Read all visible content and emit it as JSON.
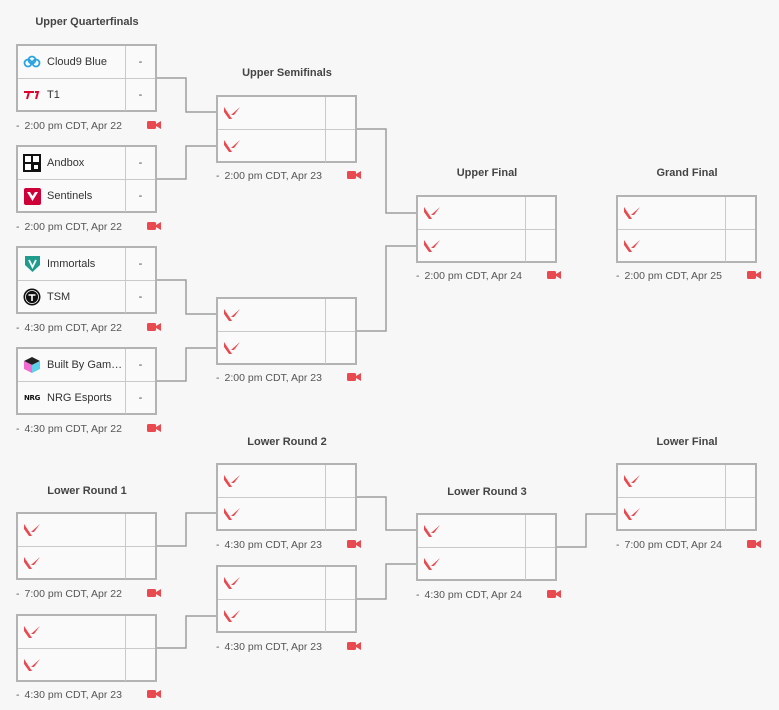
{
  "rounds": {
    "upper_quarterfinals": "Upper Quarterfinals",
    "upper_semifinals": "Upper Semifinals",
    "upper_final": "Upper Final",
    "grand_final": "Grand Final",
    "lower_round_1": "Lower Round 1",
    "lower_round_2": "Lower Round 2",
    "lower_round_3": "Lower Round 3",
    "lower_final": "Lower Final"
  },
  "matches": {
    "uqf1": {
      "team1": "Cloud9 Blue",
      "score1": "-",
      "team2": "T1",
      "score2": "-",
      "time": "2:00 pm CDT, Apr 22"
    },
    "uqf2": {
      "team1": "Andbox",
      "score1": "-",
      "team2": "Sentinels",
      "score2": "-",
      "time": "2:00 pm CDT, Apr 22"
    },
    "uqf3": {
      "team1": "Immortals",
      "score1": "-",
      "team2": "TSM",
      "score2": "-",
      "time": "4:30 pm CDT, Apr 22"
    },
    "uqf4": {
      "team1": "Built By Gam…",
      "score1": "-",
      "team2": "NRG Esports",
      "score2": "-",
      "time": "4:30 pm CDT, Apr 22"
    },
    "usf1": {
      "time": "2:00 pm CDT, Apr 23"
    },
    "usf2": {
      "time": "2:00 pm CDT, Apr 23"
    },
    "uf": {
      "time": "2:00 pm CDT, Apr 24"
    },
    "gf": {
      "time": "2:00 pm CDT, Apr 25"
    },
    "lr1a": {
      "time": "7:00 pm CDT, Apr 22"
    },
    "lr1b": {
      "time": "4:30 pm CDT, Apr 23"
    },
    "lr2a": {
      "time": "4:30 pm CDT, Apr 23"
    },
    "lr2b": {
      "time": "4:30 pm CDT, Apr 23"
    },
    "lr3": {
      "time": "4:30 pm CDT, Apr 24"
    },
    "lf": {
      "time": "7:00 pm CDT, Apr 24"
    }
  },
  "dash": "-",
  "colors": {
    "accent": "#e84a4f",
    "border": "#b3b3b3",
    "connector": "#9e9e9e",
    "background": "#f7f7f7"
  },
  "icons": {
    "placeholder_team": "valorant-logo-icon",
    "video": "video-camera-icon"
  }
}
